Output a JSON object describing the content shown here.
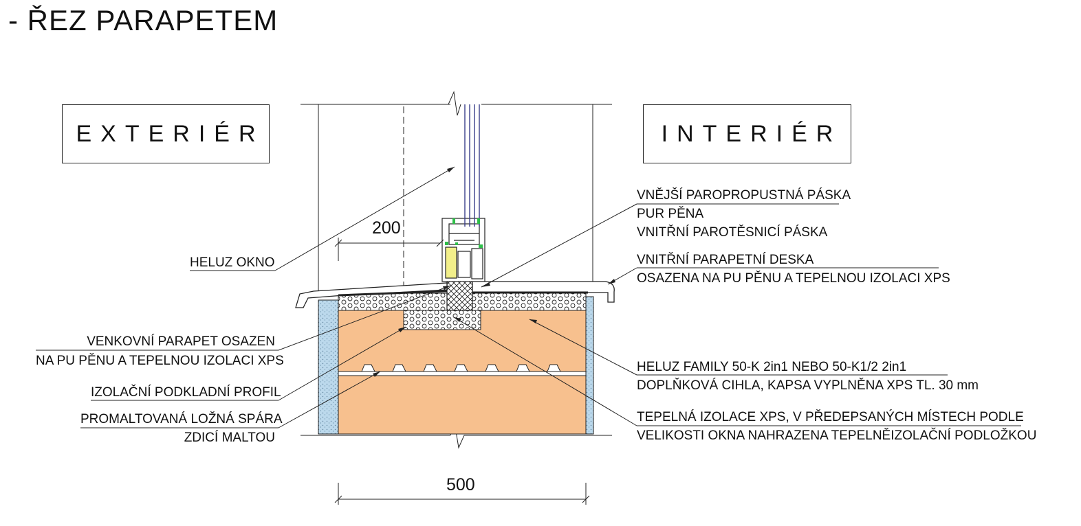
{
  "title": "- ŘEZ PARAPETEM",
  "zones": {
    "exterior": "EXTERIÉR",
    "interior": "INTERIÉR"
  },
  "dimensions": {
    "window_offset": "200",
    "wall_width": "500"
  },
  "labels": {
    "window": "HELUZ OKNO",
    "outer_sill_1": "VENKOVNÍ PARAPET OSAZEN",
    "outer_sill_2": "NA PU PĚNU A TEPELNOU IZOLACI XPS",
    "base_profile": "IZOLAČNÍ PODKLADNÍ PROFIL",
    "mortar_1": "PROMALTOVANÁ LOŽNÁ SPÁRA",
    "mortar_2": "ZDICÍ MALTOU",
    "tape_outer": "VNĚJŠÍ PAROPROPUSTNÁ PÁSKA",
    "pur_foam": "PUR PĚNA",
    "tape_inner": "VNITŘNÍ PAROTĚSNICÍ PÁSKA",
    "inner_sill_1": "VNITŘNÍ PARAPETNÍ DESKA",
    "inner_sill_2": "OSAZENA NA PU PĚNU A TEPELNOU IZOLACI XPS",
    "brick_1": "HELUZ FAMILY 50-K 2in1 NEBO 50-K1/2 2in1",
    "brick_2": "DOPLŇKOVÁ CIHLA, KAPSA VYPLNĚNA XPS TL. 30 mm",
    "xps_1": "TEPELNÁ IZOLACE XPS, V PŘEDEPSANÝCH MÍSTECH PODLE",
    "xps_2": "VELIKOSTI OKNA NAHRAZENA TEPELNĚIZOLAČNÍ PODLOŽKOU"
  },
  "colors": {
    "brick": "#f7c08e",
    "plaster": "#bcd9ec",
    "window_glass": "#3a3f8a",
    "gasket": "#2fbf4a",
    "foam": "#f2ef8a"
  }
}
